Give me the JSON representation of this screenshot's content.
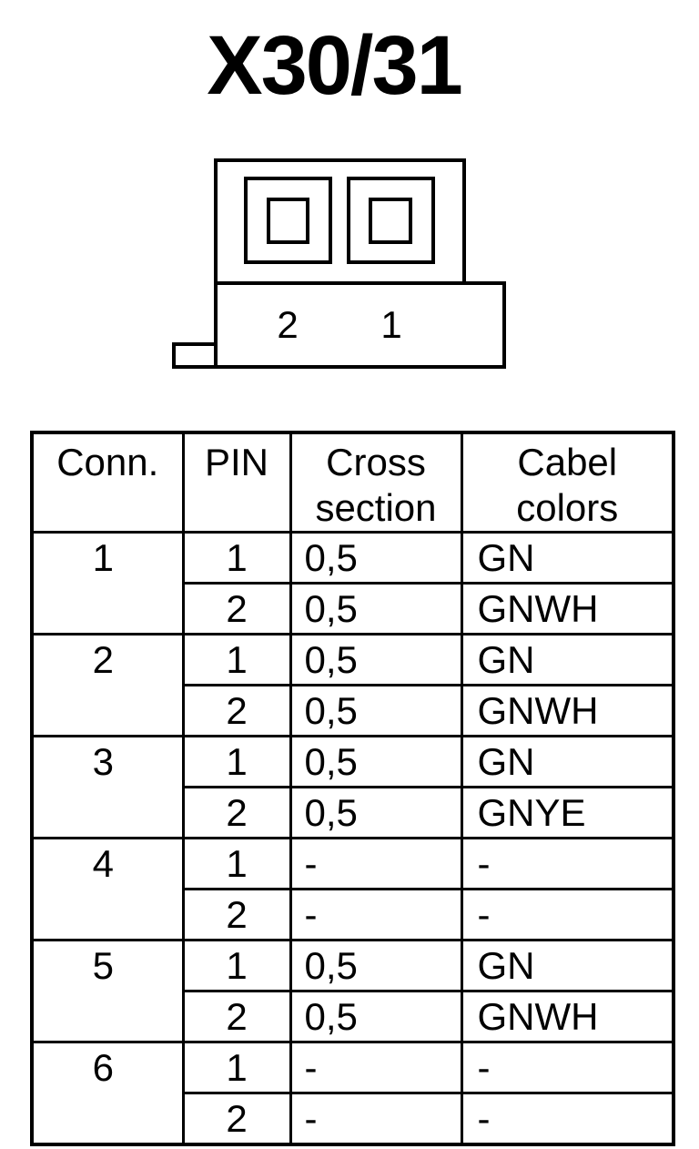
{
  "title": "X30/31",
  "connector": {
    "pin_labels": [
      "2",
      "1"
    ]
  },
  "table": {
    "headers": {
      "conn": "Conn.",
      "pin": "PIN",
      "cross_section_line1": "Cross",
      "cross_section_line2": "section",
      "cable_colors_line1": "Cabel",
      "cable_colors_line2": "colors"
    },
    "rows": [
      {
        "conn": "1",
        "pin": "1",
        "cross_section": "0,5",
        "color": "GN"
      },
      {
        "conn": "",
        "pin": "2",
        "cross_section": "0,5",
        "color": "GNWH"
      },
      {
        "conn": "2",
        "pin": "1",
        "cross_section": "0,5",
        "color": "GN"
      },
      {
        "conn": "",
        "pin": "2",
        "cross_section": "0,5",
        "color": "GNWH"
      },
      {
        "conn": "3",
        "pin": "1",
        "cross_section": "0,5",
        "color": "GN"
      },
      {
        "conn": "",
        "pin": "2",
        "cross_section": "0,5",
        "color": "GNYE"
      },
      {
        "conn": "4",
        "pin": "1",
        "cross_section": "-",
        "color": "-"
      },
      {
        "conn": "",
        "pin": "2",
        "cross_section": "-",
        "color": "-"
      },
      {
        "conn": "5",
        "pin": "1",
        "cross_section": "0,5",
        "color": "GN"
      },
      {
        "conn": "",
        "pin": "2",
        "cross_section": "0,5",
        "color": "GNWH"
      },
      {
        "conn": "6",
        "pin": "1",
        "cross_section": "-",
        "color": "-"
      },
      {
        "conn": "",
        "pin": "2",
        "cross_section": "-",
        "color": "-"
      }
    ]
  }
}
